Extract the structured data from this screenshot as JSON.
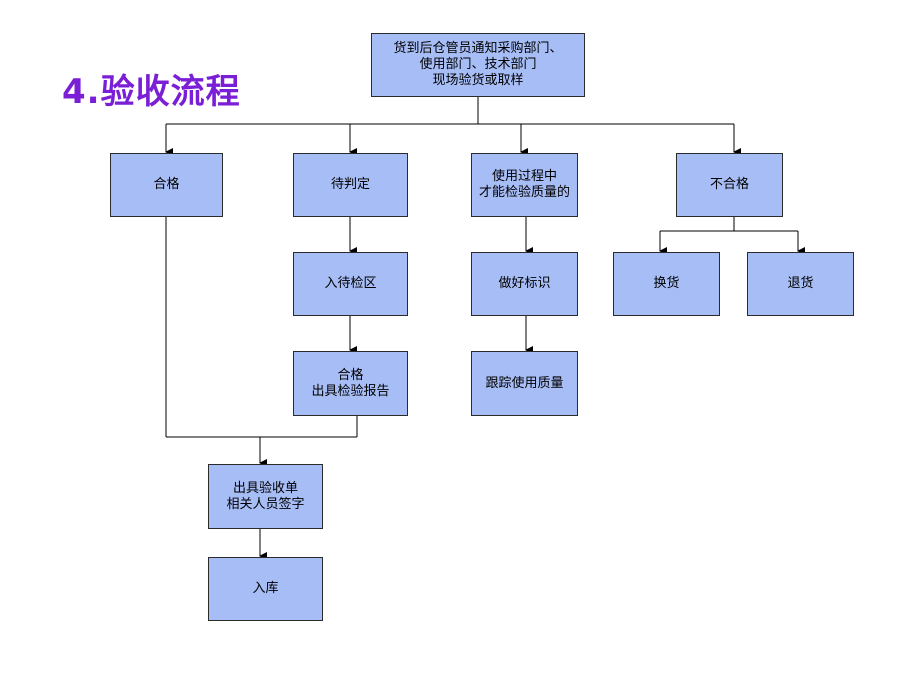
{
  "title": "4.验收流程",
  "nodes": {
    "top": "货到后仓管员通知采购部门、\n使用部门、技术部门\n现场验货或取样",
    "pass": "合格",
    "pending": "待判定",
    "in_use": "使用过程中\n才能检验质量的",
    "fail": "不合格",
    "to_inspect_area": "入待检区",
    "pass_report": "合格\n出具检验报告",
    "mark": "做好标识",
    "track_quality": "跟踪使用质量",
    "exchange": "换货",
    "return": "退货",
    "receipt": "出具验收单\n相关人员签字",
    "warehouse": "入库"
  }
}
